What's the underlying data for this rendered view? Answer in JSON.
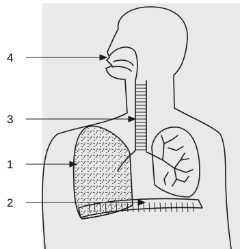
{
  "labels": [
    {
      "id": "mouth-nose",
      "text": "4"
    },
    {
      "id": "trachea",
      "text": "3"
    },
    {
      "id": "lung",
      "text": "1"
    },
    {
      "id": "diaphragm",
      "text": "2"
    }
  ],
  "colors": {
    "background": "#e9e9e7",
    "line": "#1a1a1a",
    "page": "#ffffff"
  }
}
